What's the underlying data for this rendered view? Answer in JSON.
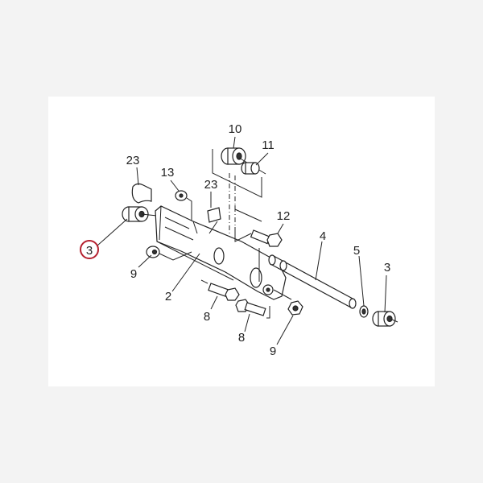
{
  "diagram": {
    "type": "exploded-parts-diagram",
    "highlight_color": "#b5202e",
    "callouts": [
      {
        "id": "c10",
        "label": "10",
        "part": "bushing"
      },
      {
        "id": "c11",
        "label": "11",
        "part": "collar"
      },
      {
        "id": "c23a",
        "label": "23",
        "part": "grease-band"
      },
      {
        "id": "c13",
        "label": "13",
        "part": "washer"
      },
      {
        "id": "c23b",
        "label": "23",
        "part": "grease-band"
      },
      {
        "id": "c12",
        "label": "12",
        "part": "bolt"
      },
      {
        "id": "c4",
        "label": "4",
        "part": "shaft"
      },
      {
        "id": "c3a",
        "label": "3",
        "part": "bushing",
        "highlighted": true
      },
      {
        "id": "c9a",
        "label": "9",
        "part": "nut"
      },
      {
        "id": "c2",
        "label": "2",
        "part": "swing-arm"
      },
      {
        "id": "c5",
        "label": "5",
        "part": "circlip"
      },
      {
        "id": "c3b",
        "label": "3",
        "part": "bushing"
      },
      {
        "id": "c8a",
        "label": "8",
        "part": "bolt"
      },
      {
        "id": "c8b",
        "label": "8",
        "part": "bolt"
      },
      {
        "id": "c9b",
        "label": "9",
        "part": "nut"
      }
    ]
  }
}
